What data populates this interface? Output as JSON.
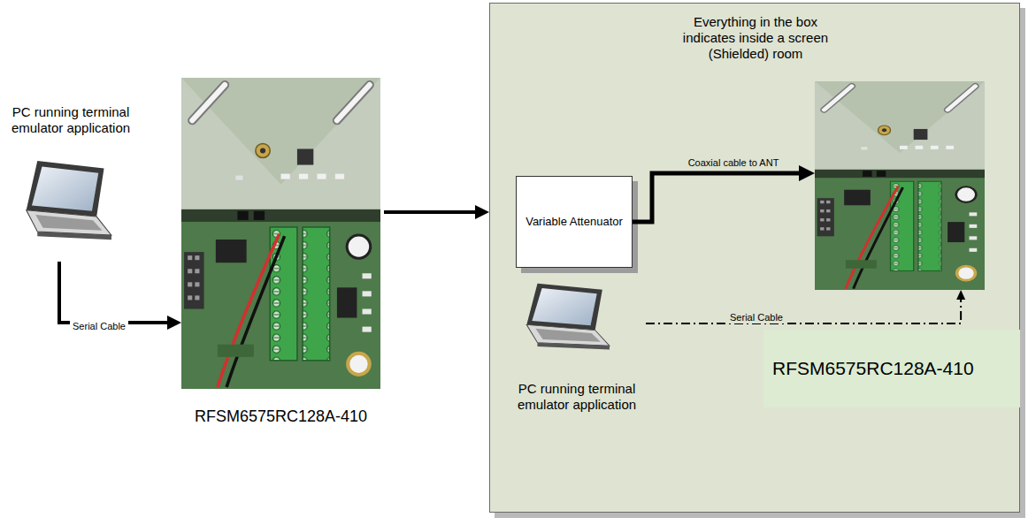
{
  "diagram": {
    "nodes": [
      {
        "text": [
          "PC running terminal emulator application"
        ]
      },
      {
        "text": [
          "RFSM6575RC128A-410"
        ]
      },
      {
        "text": [
          "Everything in the box indicates inside a screen (Shielded) room"
        ]
      },
      {
        "text": [
          "Variable Attenuator"
        ],
        "in": 2
      },
      {
        "text": [
          "RFSM6575RC128A-410"
        ],
        "in": 2
      },
      {
        "text": [
          "PC running terminal emulator application"
        ],
        "in": 2
      }
    ],
    "edges": [
      {
        "from": 0,
        "to": 1,
        "arrow": "to",
        "label": "Serial Cable"
      },
      {
        "from": 1,
        "to": 2,
        "arrow": "to"
      },
      {
        "from": 3,
        "to": 4,
        "arrow": "to",
        "label": "Coaxial cable to ANT"
      },
      {
        "from": 5,
        "to": 4,
        "arrow": "to",
        "label": "Serial Cable"
      }
    ]
  }
}
